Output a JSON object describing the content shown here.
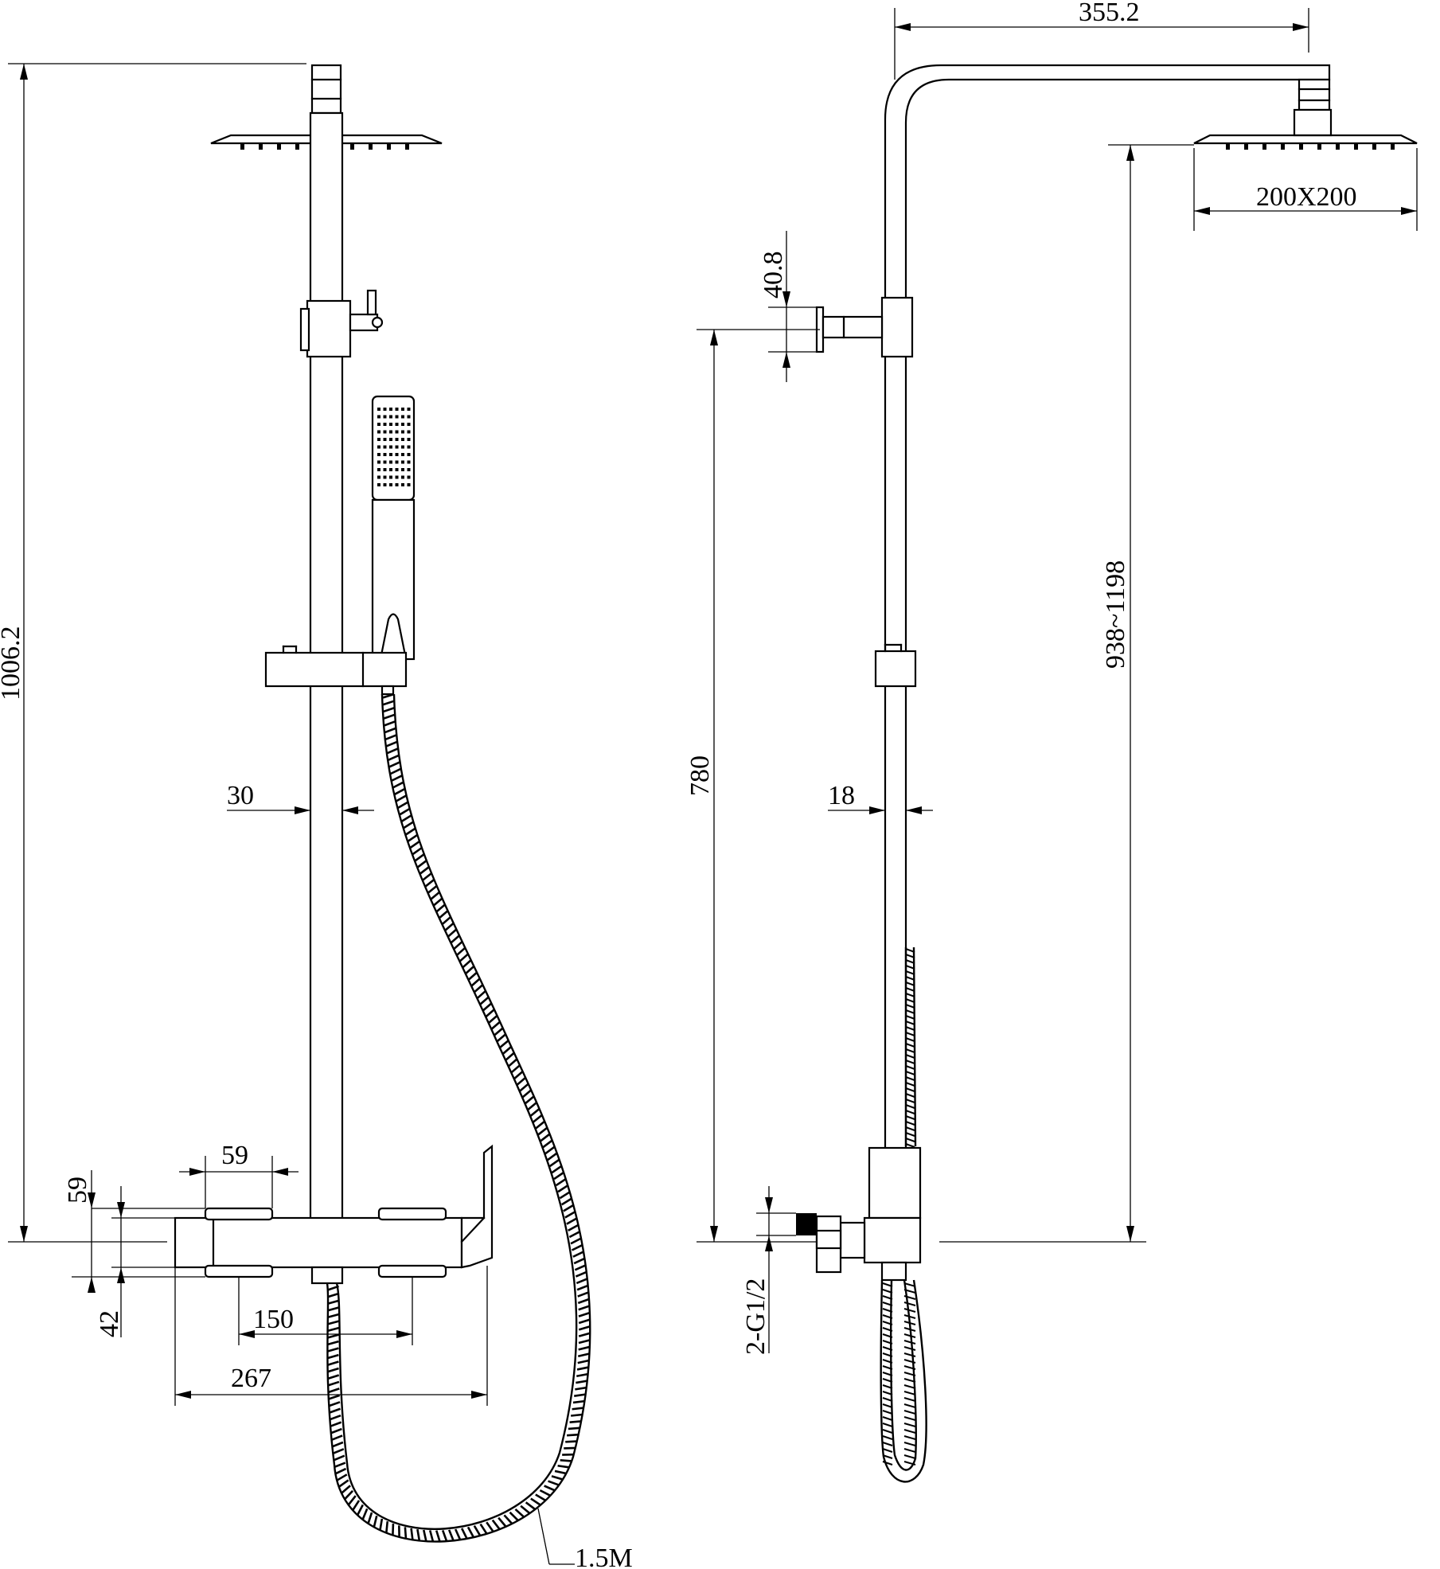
{
  "drawing": {
    "front_view": {
      "total_height": "1006.2",
      "pipe_diameter": "30",
      "shelf_height": "59",
      "bracket_width": "59",
      "body_height": "42",
      "inlet_spacing": "150",
      "body_width": "267",
      "hose_length": "1.5M"
    },
    "side_view": {
      "arm_reach": "355.2",
      "head_size": "200X200",
      "bracket_offset": "40.8",
      "bracket_height": "780",
      "height_range": "938~1198",
      "pipe_diameter": "18",
      "inlet_thread": "2-G1/2"
    }
  }
}
